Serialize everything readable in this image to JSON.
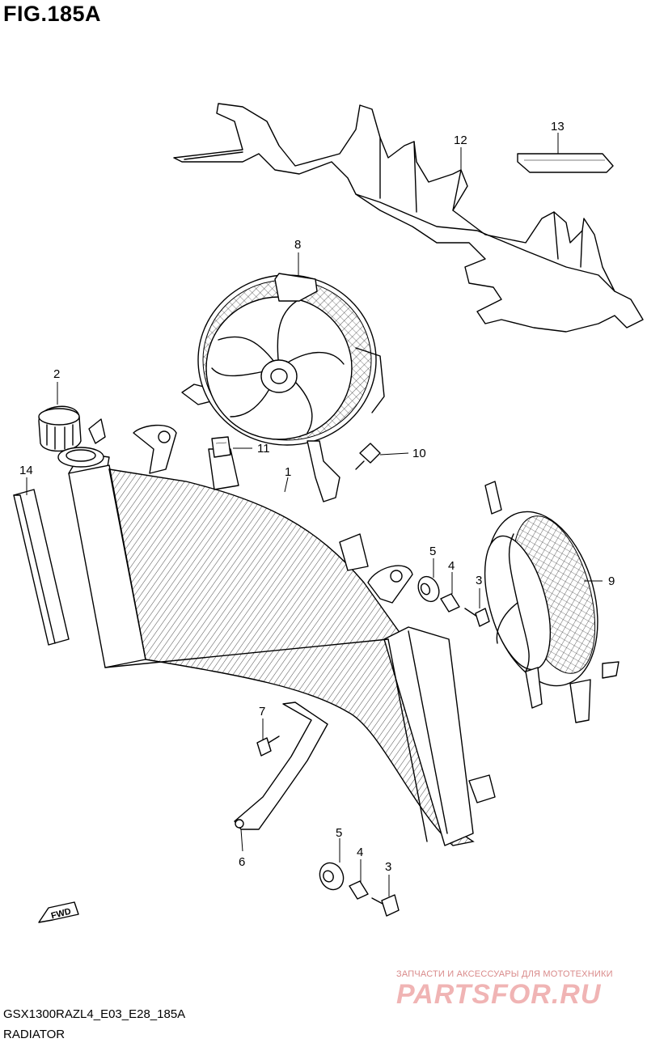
{
  "figure_title": "FIG.185A",
  "model_code": "GSX1300RAZL4_E03_E28_185A",
  "section_name": "RADIATOR",
  "fwd_label": "FWD",
  "watermark": {
    "line1": "ЗАПЧАСТИ И АКСЕССУАРЫ ДЛЯ МОТОТЕХНИКИ",
    "line2": "PARTSFOR.RU"
  },
  "callouts": {
    "c1": "1",
    "c2": "2",
    "c3a": "3",
    "c3b": "3",
    "c4a": "4",
    "c4b": "4",
    "c5a": "5",
    "c5b": "5",
    "c6": "6",
    "c7": "7",
    "c8": "8",
    "c9": "9",
    "c10": "10",
    "c11": "11",
    "c12": "12",
    "c13": "13",
    "c14": "14"
  }
}
